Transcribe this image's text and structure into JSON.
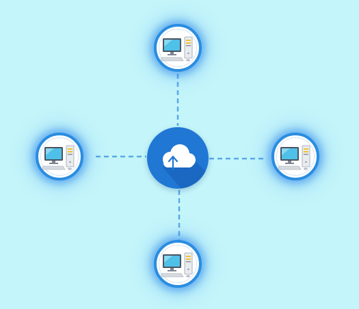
{
  "diagram": {
    "hub": {
      "icon": "cloud-upload-icon"
    },
    "nodes": [
      {
        "id": "top",
        "icon": "desktop-computer-icon"
      },
      {
        "id": "left",
        "icon": "desktop-computer-icon"
      },
      {
        "id": "right",
        "icon": "desktop-computer-icon"
      },
      {
        "id": "bottom",
        "icon": "desktop-computer-icon"
      }
    ],
    "connector_style": "dashed",
    "colors": {
      "background": "#c4f5fa",
      "hub": "#2077d4",
      "ring": "#2a8de0",
      "glow": "#2882eb",
      "connector": "#5aa9e6"
    }
  }
}
